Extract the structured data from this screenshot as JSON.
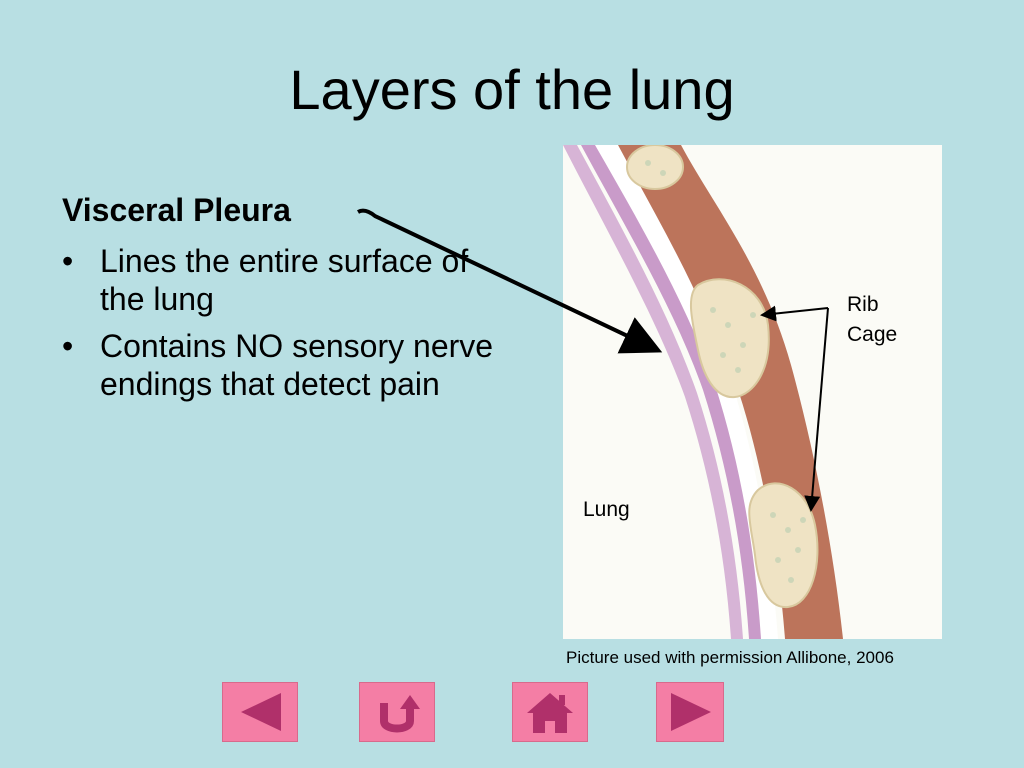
{
  "slide": {
    "title": "Layers of the lung",
    "heading": "Visceral Pleura",
    "bullets": [
      "Lines the entire surface of the lung",
      "Contains NO sensory nerve endings that detect pain"
    ],
    "bullet_glyph": "•"
  },
  "figure": {
    "labels": {
      "rib_cage_line1": "Rib",
      "rib_cage_line2": "Cage",
      "lung": "Lung"
    },
    "caption": "Picture used with permission Allibone, 2006"
  },
  "nav": {
    "buttons": [
      {
        "name": "previous",
        "icon": "triangle-left-icon"
      },
      {
        "name": "return",
        "icon": "u-turn-icon"
      },
      {
        "name": "home",
        "icon": "home-icon"
      },
      {
        "name": "next",
        "icon": "triangle-right-icon"
      }
    ]
  },
  "colors": {
    "background": "#b8dfe3",
    "nav_button": "#f47ea5",
    "nav_icon": "#b0306a",
    "pleura": "#c99bc9",
    "muscle": "#b5654a",
    "rib": "#efe3c4"
  }
}
